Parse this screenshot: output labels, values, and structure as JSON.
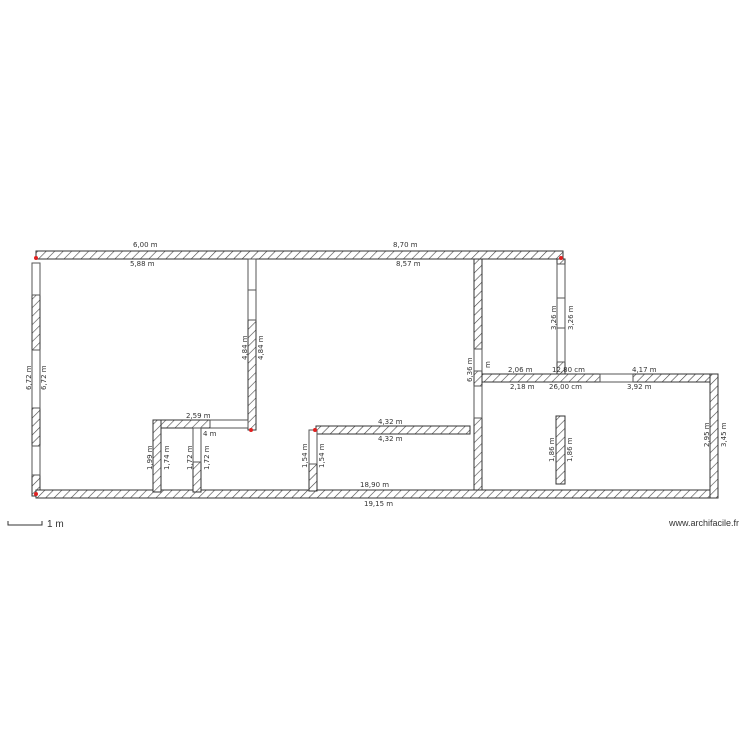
{
  "plan": {
    "colors": {
      "wall_stroke": "#333333",
      "hatch": "#444444",
      "opening": "#888888",
      "joint_marker": "#e02020",
      "background": "#ffffff"
    },
    "dimensions": {
      "top_left_outer": "6,00 m",
      "top_left_inner": "5,88 m",
      "top_right_outer": "8,70 m",
      "top_right_inner": "8,57 m",
      "left_outer": "6,72 m",
      "left_inner": "6,72 m",
      "partition_a_left": "4,84 m",
      "partition_a_right": "4,84 m",
      "small_room_top": "2,59 m",
      "small_room_under": "4 m",
      "small_room_left_outer": "1,99 m",
      "small_room_left_inner": "1,74 m",
      "small_post_left": "1,72 m",
      "small_post_right": "1,72 m",
      "mid_wall_top": "4,32 m",
      "mid_wall_bottom": "4,32 m",
      "mid_stub_left": "1,54 m",
      "mid_stub_right": "1,54 m",
      "bottom_inner": "18,90 m",
      "bottom_outer": "19,15 m",
      "central_wall_left": "6,36 m",
      "central_wall_right": "m",
      "right_wing_top_a": "2,06 m",
      "right_wing_bottom_a": "2,18 m",
      "right_wing_top_b": "12,80 cm",
      "right_wing_bottom_b": "26,00 cm",
      "right_wing_top_c": "4,17 m",
      "right_wing_bottom_c": "3,92 m",
      "right_vertical_left": "3,26 m",
      "right_vertical_right": "3,26 m",
      "right_end_inner": "2,95 m",
      "right_end_outer": "3,45 m",
      "island_left": "1,86 m",
      "island_right": "1,86 m"
    },
    "scale_bar": {
      "label": "1 m"
    },
    "watermark": "www.archifacile.fr"
  }
}
